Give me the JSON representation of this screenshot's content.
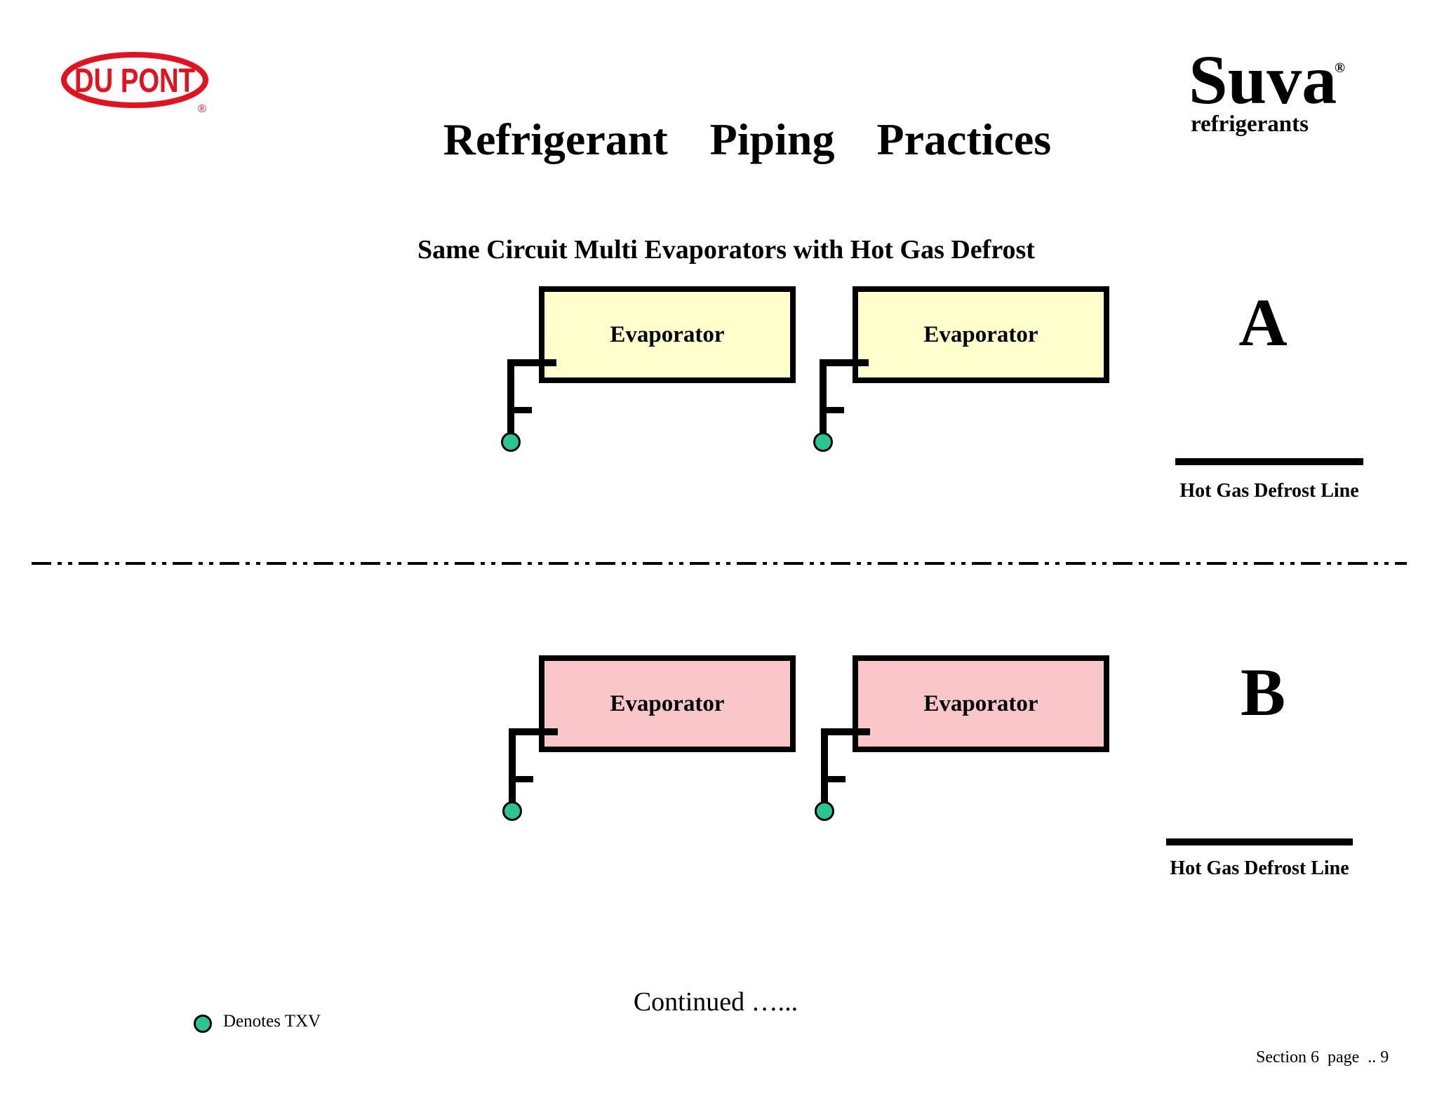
{
  "slide": {
    "title": "Refrigerant  Piping  Practices",
    "subtitle": "Same Circuit Multi Evaporators with Hot Gas Defrost"
  },
  "logos": {
    "dupont": {
      "text": "DU PONT",
      "registered": "®",
      "color": "#E2131F"
    },
    "suva": {
      "name": "Suva",
      "registered": "®",
      "tagline": "refrigerants"
    }
  },
  "diagram": {
    "sections": [
      {
        "label": "A",
        "box_fill": "#FFFFCC",
        "evaporators": [
          {
            "label": "Evaporator"
          },
          {
            "label": "Evaporator"
          }
        ],
        "defrost_line_label": "Hot Gas Defrost Line"
      },
      {
        "label": "B",
        "box_fill": "#F9C7C7",
        "evaporators": [
          {
            "label": "Evaporator"
          },
          {
            "label": "Evaporator"
          }
        ],
        "defrost_line_label": "Hot Gas Defrost Line"
      }
    ],
    "txv_color": "#29C592"
  },
  "legend": {
    "txv_note": "Denotes TXV"
  },
  "footer": {
    "continued": "Continued …...",
    "page_ref": "Section 6  page  .. 9"
  }
}
